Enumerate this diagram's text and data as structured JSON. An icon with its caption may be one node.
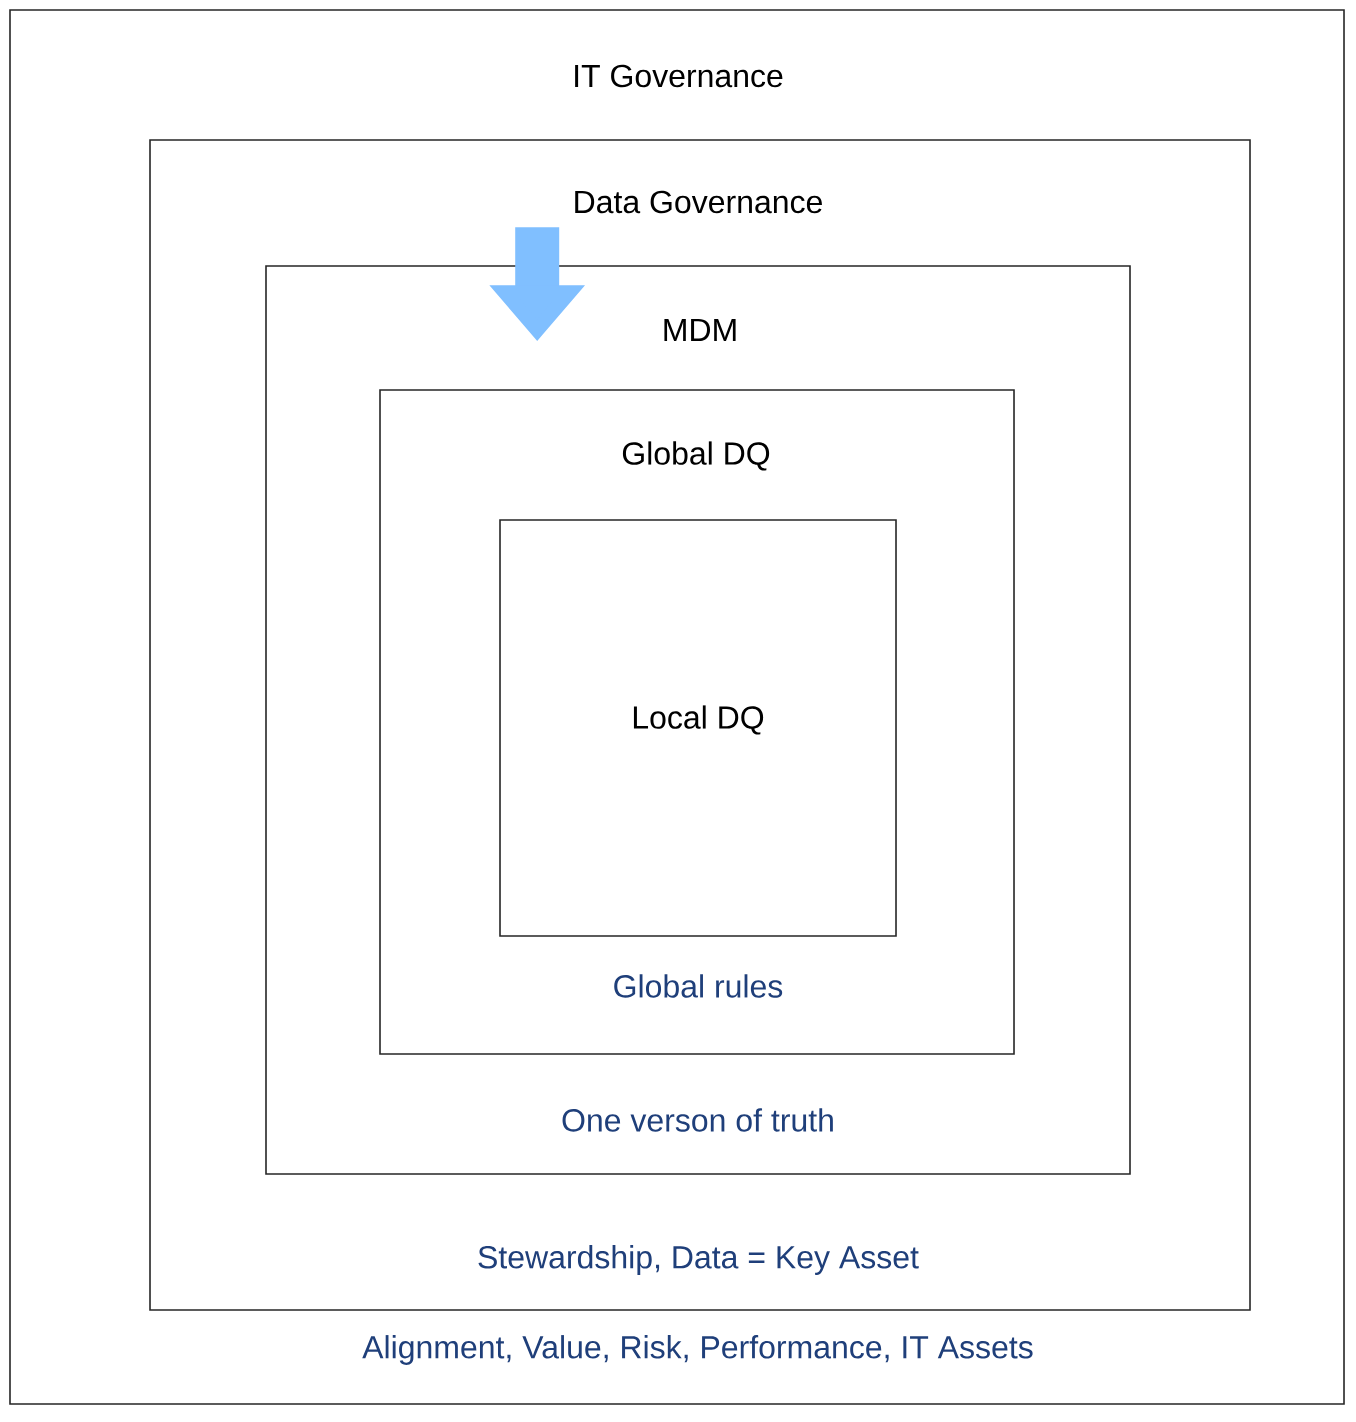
{
  "diagram": {
    "nodes": [
      {
        "text": [
          "IT Governance",
          "Alignment, Value, Risk, Performance, IT Assets"
        ]
      },
      {
        "text": [
          "Data Governance",
          "Stewardship, Data = Key Asset"
        ],
        "in": 0
      },
      {
        "text": [
          "MDM",
          "One verson of truth"
        ],
        "in": 1
      },
      {
        "text": [
          "Global DQ",
          "Global rules"
        ],
        "in": 2
      },
      {
        "text": [
          "Local DQ"
        ],
        "in": 3
      }
    ],
    "edges": [
      {
        "from": 1,
        "to": 2,
        "arrow": "to",
        "color": "#80bfff"
      }
    ]
  }
}
